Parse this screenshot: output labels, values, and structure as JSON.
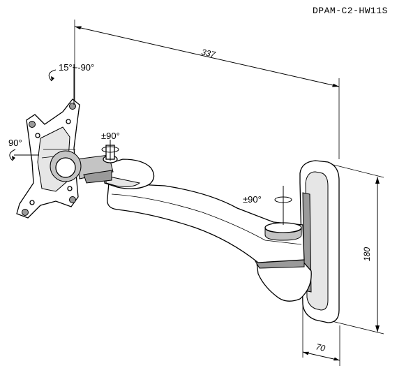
{
  "model_code": "DPAM-C2-HW11S",
  "dimensions": {
    "length": "337",
    "height": "180",
    "depth": "70"
  },
  "angles": {
    "tilt": "15°~-90°",
    "rotate_panel": "90°",
    "swivel_joint": "±90°",
    "swivel_arm": "±90°"
  }
}
